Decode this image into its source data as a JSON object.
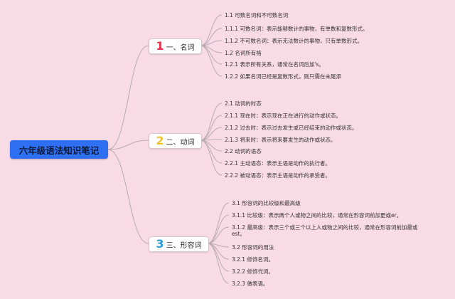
{
  "root": {
    "label": "六年级语法知识笔记"
  },
  "branches": [
    {
      "number": "1",
      "label": "一、名词",
      "color": "#e8334a",
      "items": [
        "1.1 可数名词和不可数名词",
        "1.1.1 可数名词：表示能够数计的事物，有单数和复数形式。",
        "1.1.2 不可数名词：表示无法数计的事物，只有单数形式。",
        "1.2 名词所有格",
        "1.2.1 表示所有关系，通常在名词后加's。",
        "1.2.2 如果名词已经是复数形式，则只需在末尾添"
      ]
    },
    {
      "number": "2",
      "label": "二、动词",
      "color": "#f2c230",
      "items": [
        "2.1 动词的时态",
        "2.1.1 现在时：表示现在正在进行的动作或状态。",
        "2.1.2 过去时：表示过去发生或已经结束的动作或状态。",
        "2.1.3 将来时：表示将来要发生的动作或状态。",
        "2.2 动词的语态",
        "2.2.1 主动语态：表示主语是动作的执行者。",
        "2.2.2 被动语态：表示主语是动作的承受者。"
      ]
    },
    {
      "number": "3",
      "label": "三、形容词",
      "color": "#2b9bd6",
      "items": [
        "3.1 形容词的比较级和最高级",
        "3.1.1 比较级：表示两个人或物之间的比较，通常在形容词前加更或er。",
        "3.1.2 最高级：表示三个或三个以上人或物之间的比较，通常在形容词前加最或est。",
        "3.2 形容词的用法",
        "3.2.1 修饰名词。",
        "3.2.2 修饰代词。",
        "3.2.3 做表语。"
      ]
    }
  ]
}
